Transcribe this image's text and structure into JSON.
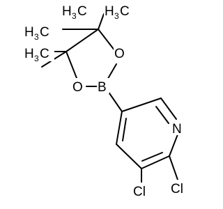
{
  "atoms": {
    "n_label": "N",
    "b_label": "B",
    "o_top_label": "O",
    "o_bottom_label": "O",
    "cl_left_label": "Cl",
    "cl_right_label": "Cl",
    "methyl_1": {
      "main": "H",
      "sub": "3",
      "tail": "C"
    },
    "methyl_2": {
      "main": "H",
      "sub": "3",
      "tail": "C"
    },
    "methyl_3": {
      "main": "H",
      "sub": "3",
      "tail": "C"
    },
    "methyl_4": {
      "main": "H",
      "sub": "3",
      "tail": "C"
    }
  }
}
